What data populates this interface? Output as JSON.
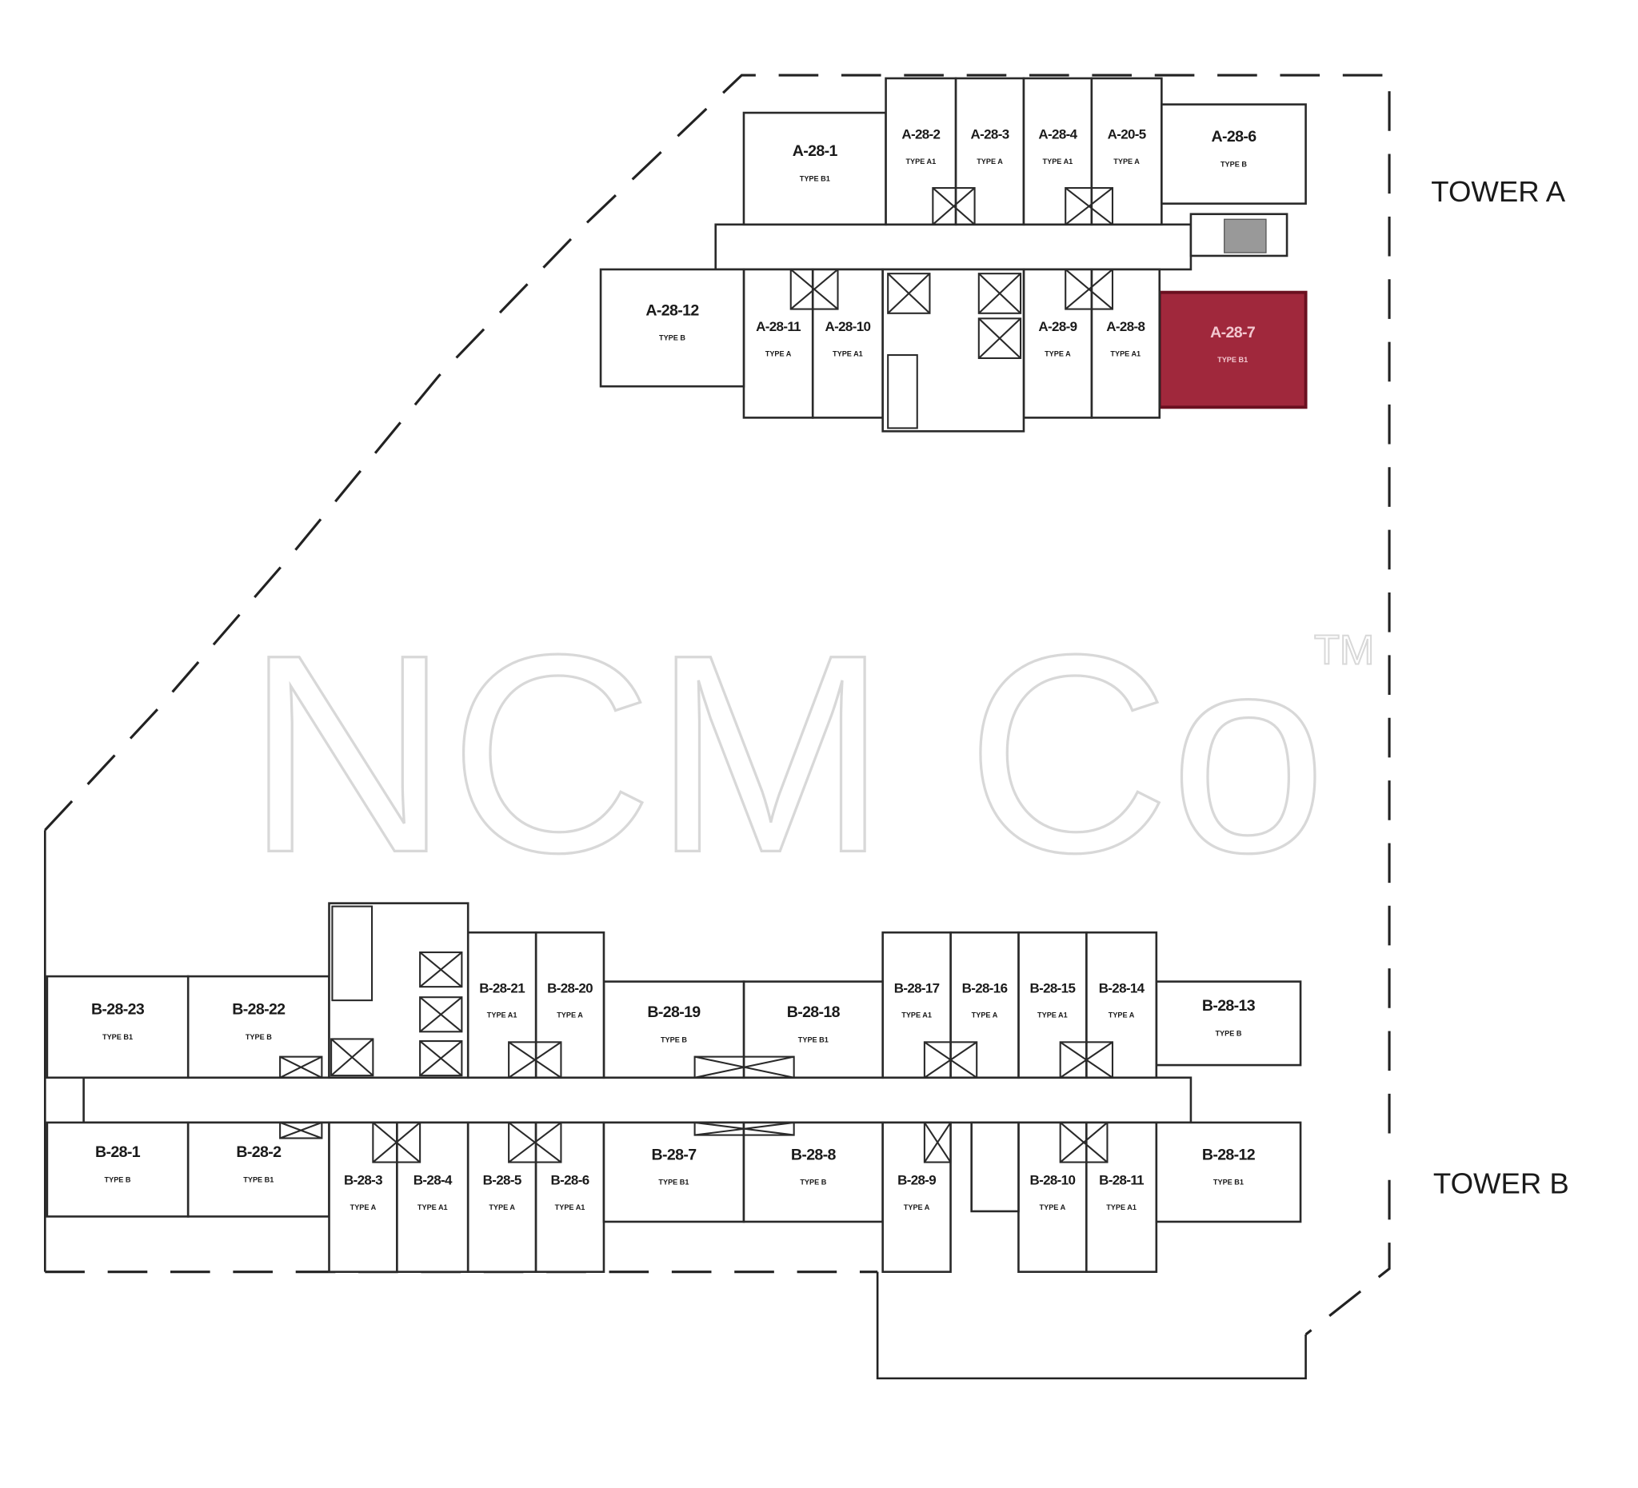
{
  "towers": {
    "a": {
      "label": "TOWER A"
    },
    "b": {
      "label": "TOWER B"
    }
  },
  "watermark": {
    "text": "NCM Co",
    "tm": "TM"
  },
  "highlight_color": "#a0283c",
  "tower_a_units": [
    {
      "id": "A-28-1",
      "type": "TYPE B1"
    },
    {
      "id": "A-28-2",
      "type": "TYPE A1"
    },
    {
      "id": "A-28-3",
      "type": "TYPE A"
    },
    {
      "id": "A-28-4",
      "type": "TYPE A1"
    },
    {
      "id": "A-20-5",
      "type": "TYPE A"
    },
    {
      "id": "A-28-6",
      "type": "TYPE B"
    },
    {
      "id": "A-28-7",
      "type": "TYPE B1",
      "highlighted": true
    },
    {
      "id": "A-28-8",
      "type": "TYPE A1"
    },
    {
      "id": "A-28-9",
      "type": "TYPE A"
    },
    {
      "id": "A-28-10",
      "type": "TYPE A1"
    },
    {
      "id": "A-28-11",
      "type": "TYPE A"
    },
    {
      "id": "A-28-12",
      "type": "TYPE B"
    }
  ],
  "tower_b_units": [
    {
      "id": "B-28-1",
      "type": "TYPE B"
    },
    {
      "id": "B-28-2",
      "type": "TYPE B1"
    },
    {
      "id": "B-28-3",
      "type": "TYPE A"
    },
    {
      "id": "B-28-4",
      "type": "TYPE A1"
    },
    {
      "id": "B-28-5",
      "type": "TYPE A"
    },
    {
      "id": "B-28-6",
      "type": "TYPE A1"
    },
    {
      "id": "B-28-7",
      "type": "TYPE B1"
    },
    {
      "id": "B-28-8",
      "type": "TYPE B"
    },
    {
      "id": "B-28-9",
      "type": "TYPE A"
    },
    {
      "id": "B-28-10",
      "type": "TYPE A"
    },
    {
      "id": "B-28-11",
      "type": "TYPE A1"
    },
    {
      "id": "B-28-12",
      "type": "TYPE B1"
    },
    {
      "id": "B-28-13",
      "type": "TYPE B"
    },
    {
      "id": "B-28-14",
      "type": "TYPE A"
    },
    {
      "id": "B-28-15",
      "type": "TYPE A1"
    },
    {
      "id": "B-28-16",
      "type": "TYPE A"
    },
    {
      "id": "B-28-17",
      "type": "TYPE A1"
    },
    {
      "id": "B-28-18",
      "type": "TYPE B1"
    },
    {
      "id": "B-28-19",
      "type": "TYPE B"
    },
    {
      "id": "B-28-20",
      "type": "TYPE A"
    },
    {
      "id": "B-28-21",
      "type": "TYPE A1"
    },
    {
      "id": "B-28-22",
      "type": "TYPE B"
    },
    {
      "id": "B-28-23",
      "type": "TYPE B1"
    }
  ]
}
